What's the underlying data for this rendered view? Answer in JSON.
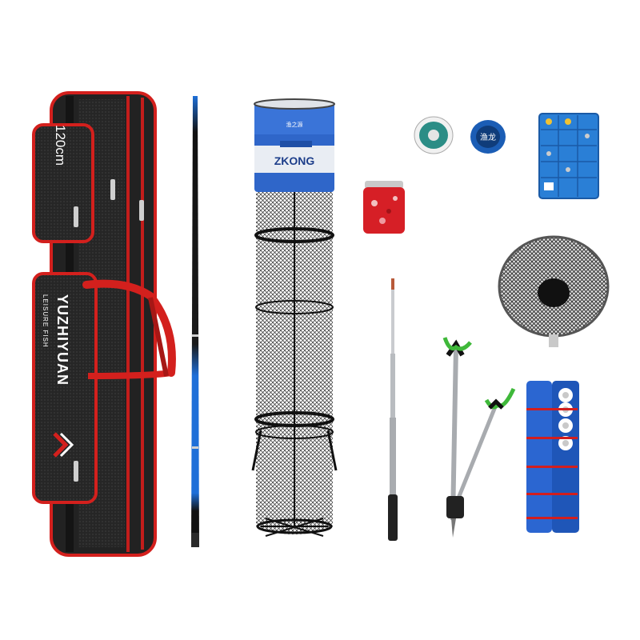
{
  "image": {
    "background_color": "#ffffff"
  },
  "bag": {
    "size_label": "120cm",
    "brand_name": "YUZHIYUAN",
    "brand_sub": "LEISURE FISH",
    "colors": {
      "body": "#1a1a1a",
      "trim": "#e0201c"
    }
  },
  "rod": {
    "colors": {
      "shaft": "#111111",
      "accent": "#1e6fd8"
    }
  },
  "keep_net": {
    "brand_label": "ZKONG",
    "band_text": "渔之源",
    "colors": {
      "band": "#2f66c9",
      "mesh": "#222222"
    }
  },
  "bait_jar": {
    "colors": {
      "body": "#d61f26",
      "lid": "#c9c9c9"
    }
  },
  "line_spool_left": {
    "colors": {
      "line": "#2b8d86"
    }
  },
  "line_spool_right": {
    "label": "渔龙",
    "colors": {
      "line": "#1b5db5"
    }
  },
  "tackle_box": {
    "colors": {
      "box": "#2a7fd6"
    }
  },
  "landing_net": {
    "colors": {
      "mesh": "#222222",
      "rim": "#555555"
    }
  },
  "telescopic_pole": {
    "colors": {
      "metal": "#b9bcc0"
    }
  },
  "rod_holder": {
    "colors": {
      "clip": "#3fb83a",
      "metal": "#a8abaf"
    }
  },
  "rig_board": {
    "colors": {
      "board": "#2b66d1",
      "marks": "#d21e1e"
    }
  }
}
